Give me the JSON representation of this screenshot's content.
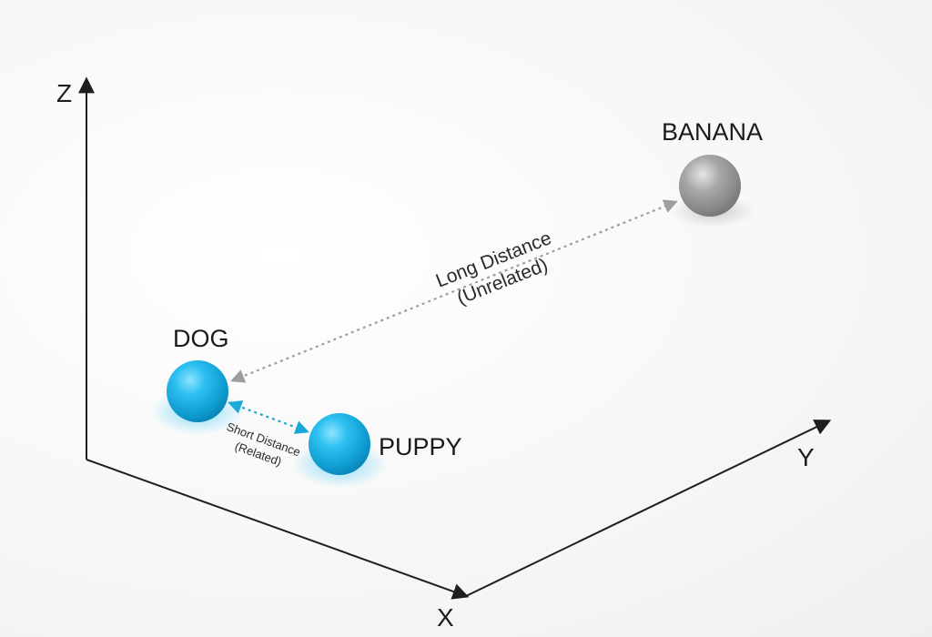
{
  "axes": {
    "x_label": "X",
    "y_label": "Y",
    "z_label": "Z"
  },
  "nodes": {
    "dog": {
      "label": "DOG",
      "color": "#1ab4e6"
    },
    "puppy": {
      "label": "PUPPY",
      "color": "#1ab4e6"
    },
    "banana": {
      "label": "BANANA",
      "color": "#9a9a9a"
    }
  },
  "distances": {
    "long": {
      "line1": "Long Distance",
      "line2": "(Unrelated)",
      "color": "#9e9e9e"
    },
    "short": {
      "line1": "Short Distance",
      "line2": "(Related)",
      "color": "#1aa8d6"
    }
  }
}
